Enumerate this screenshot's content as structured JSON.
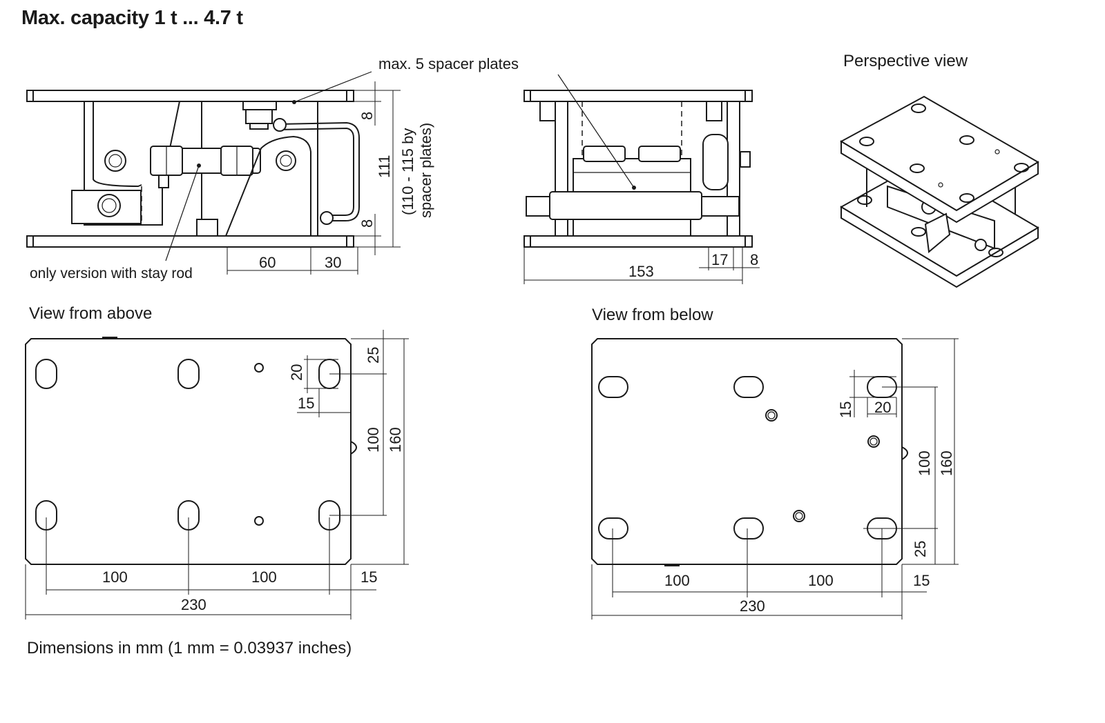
{
  "title": "Max. capacity 1 t ... 4.7 t",
  "footnote": "Dimensions in mm (1 mm = 0.03937 inches)",
  "labels": {
    "spacer_plates": "max. 5 spacer plates",
    "stay_rod": "only version with stay rod",
    "perspective": "Perspective view",
    "above": "View from above",
    "below": "View from below"
  },
  "side_view": {
    "dims": {
      "d60": "60",
      "d30": "30",
      "d8_top": "8",
      "d8_bottom": "8",
      "d111": "111",
      "d_range": "(110 - 115 by",
      "d_range2": "spacer plates)"
    }
  },
  "front_view": {
    "dims": {
      "d153": "153",
      "d17": "17",
      "d8": "8"
    }
  },
  "above_view": {
    "dims": {
      "d25": "25",
      "d20": "20",
      "d15": "15",
      "d100v": "100",
      "d160": "160",
      "d100a": "100",
      "d100b": "100",
      "d15b": "15",
      "d230": "230"
    }
  },
  "below_view": {
    "dims": {
      "d15": "15",
      "d20": "20",
      "d100v": "100",
      "d160": "160",
      "d25": "25",
      "d100a": "100",
      "d100b": "100",
      "d15b": "15",
      "d230": "230"
    }
  }
}
